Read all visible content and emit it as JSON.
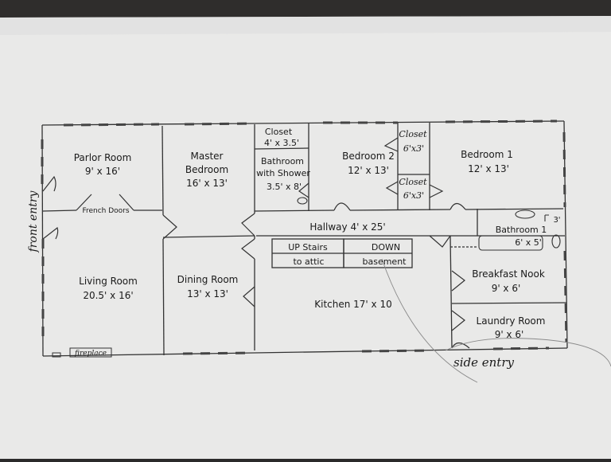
{
  "plan": {
    "rooms": {
      "parlor": {
        "name": "Parlor Room",
        "size": "9' x 16'"
      },
      "master": {
        "name_line1": "Master",
        "name_line2": "Bedroom",
        "size": "16' x 13'"
      },
      "closet_master": {
        "name": "Closet",
        "size": "4' x 3.5'"
      },
      "bath_shower": {
        "name_line1": "Bathroom",
        "name_line2": "with Shower",
        "size": "3.5' x 8'"
      },
      "bedroom2": {
        "name": "Bedroom 2",
        "size": "12' x 13'"
      },
      "closet_b2_top": {
        "name": "Closet",
        "size": "6'x3'"
      },
      "closet_b2_bottom": {
        "name": "Closet",
        "size": "6'x3'"
      },
      "bedroom1": {
        "name": "Bedroom 1",
        "size": "12' x 13'"
      },
      "hallway": {
        "label": "Hallway 4' x 25'"
      },
      "bathroom1": {
        "name": "Bathroom 1",
        "size": "6' x 5'",
        "note": "3'"
      },
      "stairs_up": {
        "line1": "UP Stairs",
        "line2": "to attic"
      },
      "stairs_down": {
        "line1": "DOWN",
        "line2": "basement"
      },
      "living": {
        "name": "Living Room",
        "size": "20.5' x 16'"
      },
      "dining": {
        "name": "Dining Room",
        "size": "13' x 13'"
      },
      "kitchen": {
        "label": "Kitchen 17' x 10"
      },
      "breakfast": {
        "name": "Breakfast Nook",
        "size": "9' x 6'"
      },
      "laundry": {
        "name": "Laundry Room",
        "size": "9' x 6'"
      }
    },
    "labels": {
      "french_doors": "French Doors",
      "fireplace": "fireplace",
      "front_entry": "front entry",
      "side_entry": "side entry"
    }
  }
}
